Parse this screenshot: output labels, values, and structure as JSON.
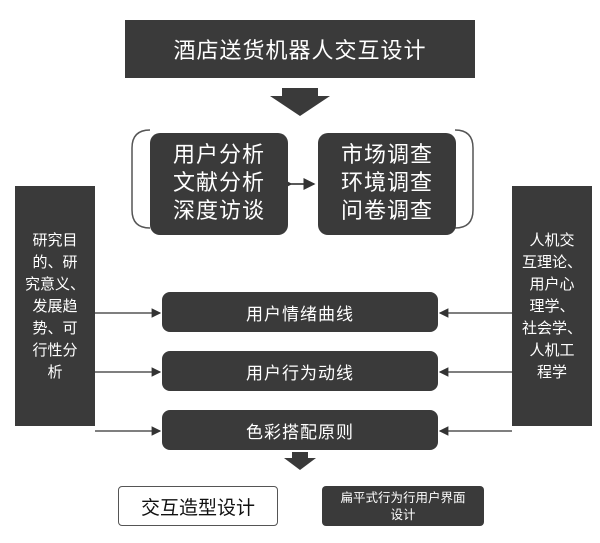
{
  "title": "酒店送货机器人交互设计",
  "left_cluster": [
    "用户分析",
    "文献分析",
    "深度访谈"
  ],
  "right_cluster": [
    "市场调查",
    "环境调查",
    "问卷调查"
  ],
  "left_side_lines": [
    "研究目",
    "的、研",
    "究意义、",
    "发展趋",
    "势、可",
    "行性分",
    "析"
  ],
  "right_side_lines": [
    "人机交",
    "互理论、",
    "用户心",
    "理学、",
    "社会学、",
    "人机工",
    "程学"
  ],
  "bars": [
    "用户情绪曲线",
    "用户行为动线",
    "色彩搭配原则"
  ],
  "output_left": "交互造型设计",
  "output_right_lines": [
    "扁平式行为行用户界面",
    "设计"
  ]
}
